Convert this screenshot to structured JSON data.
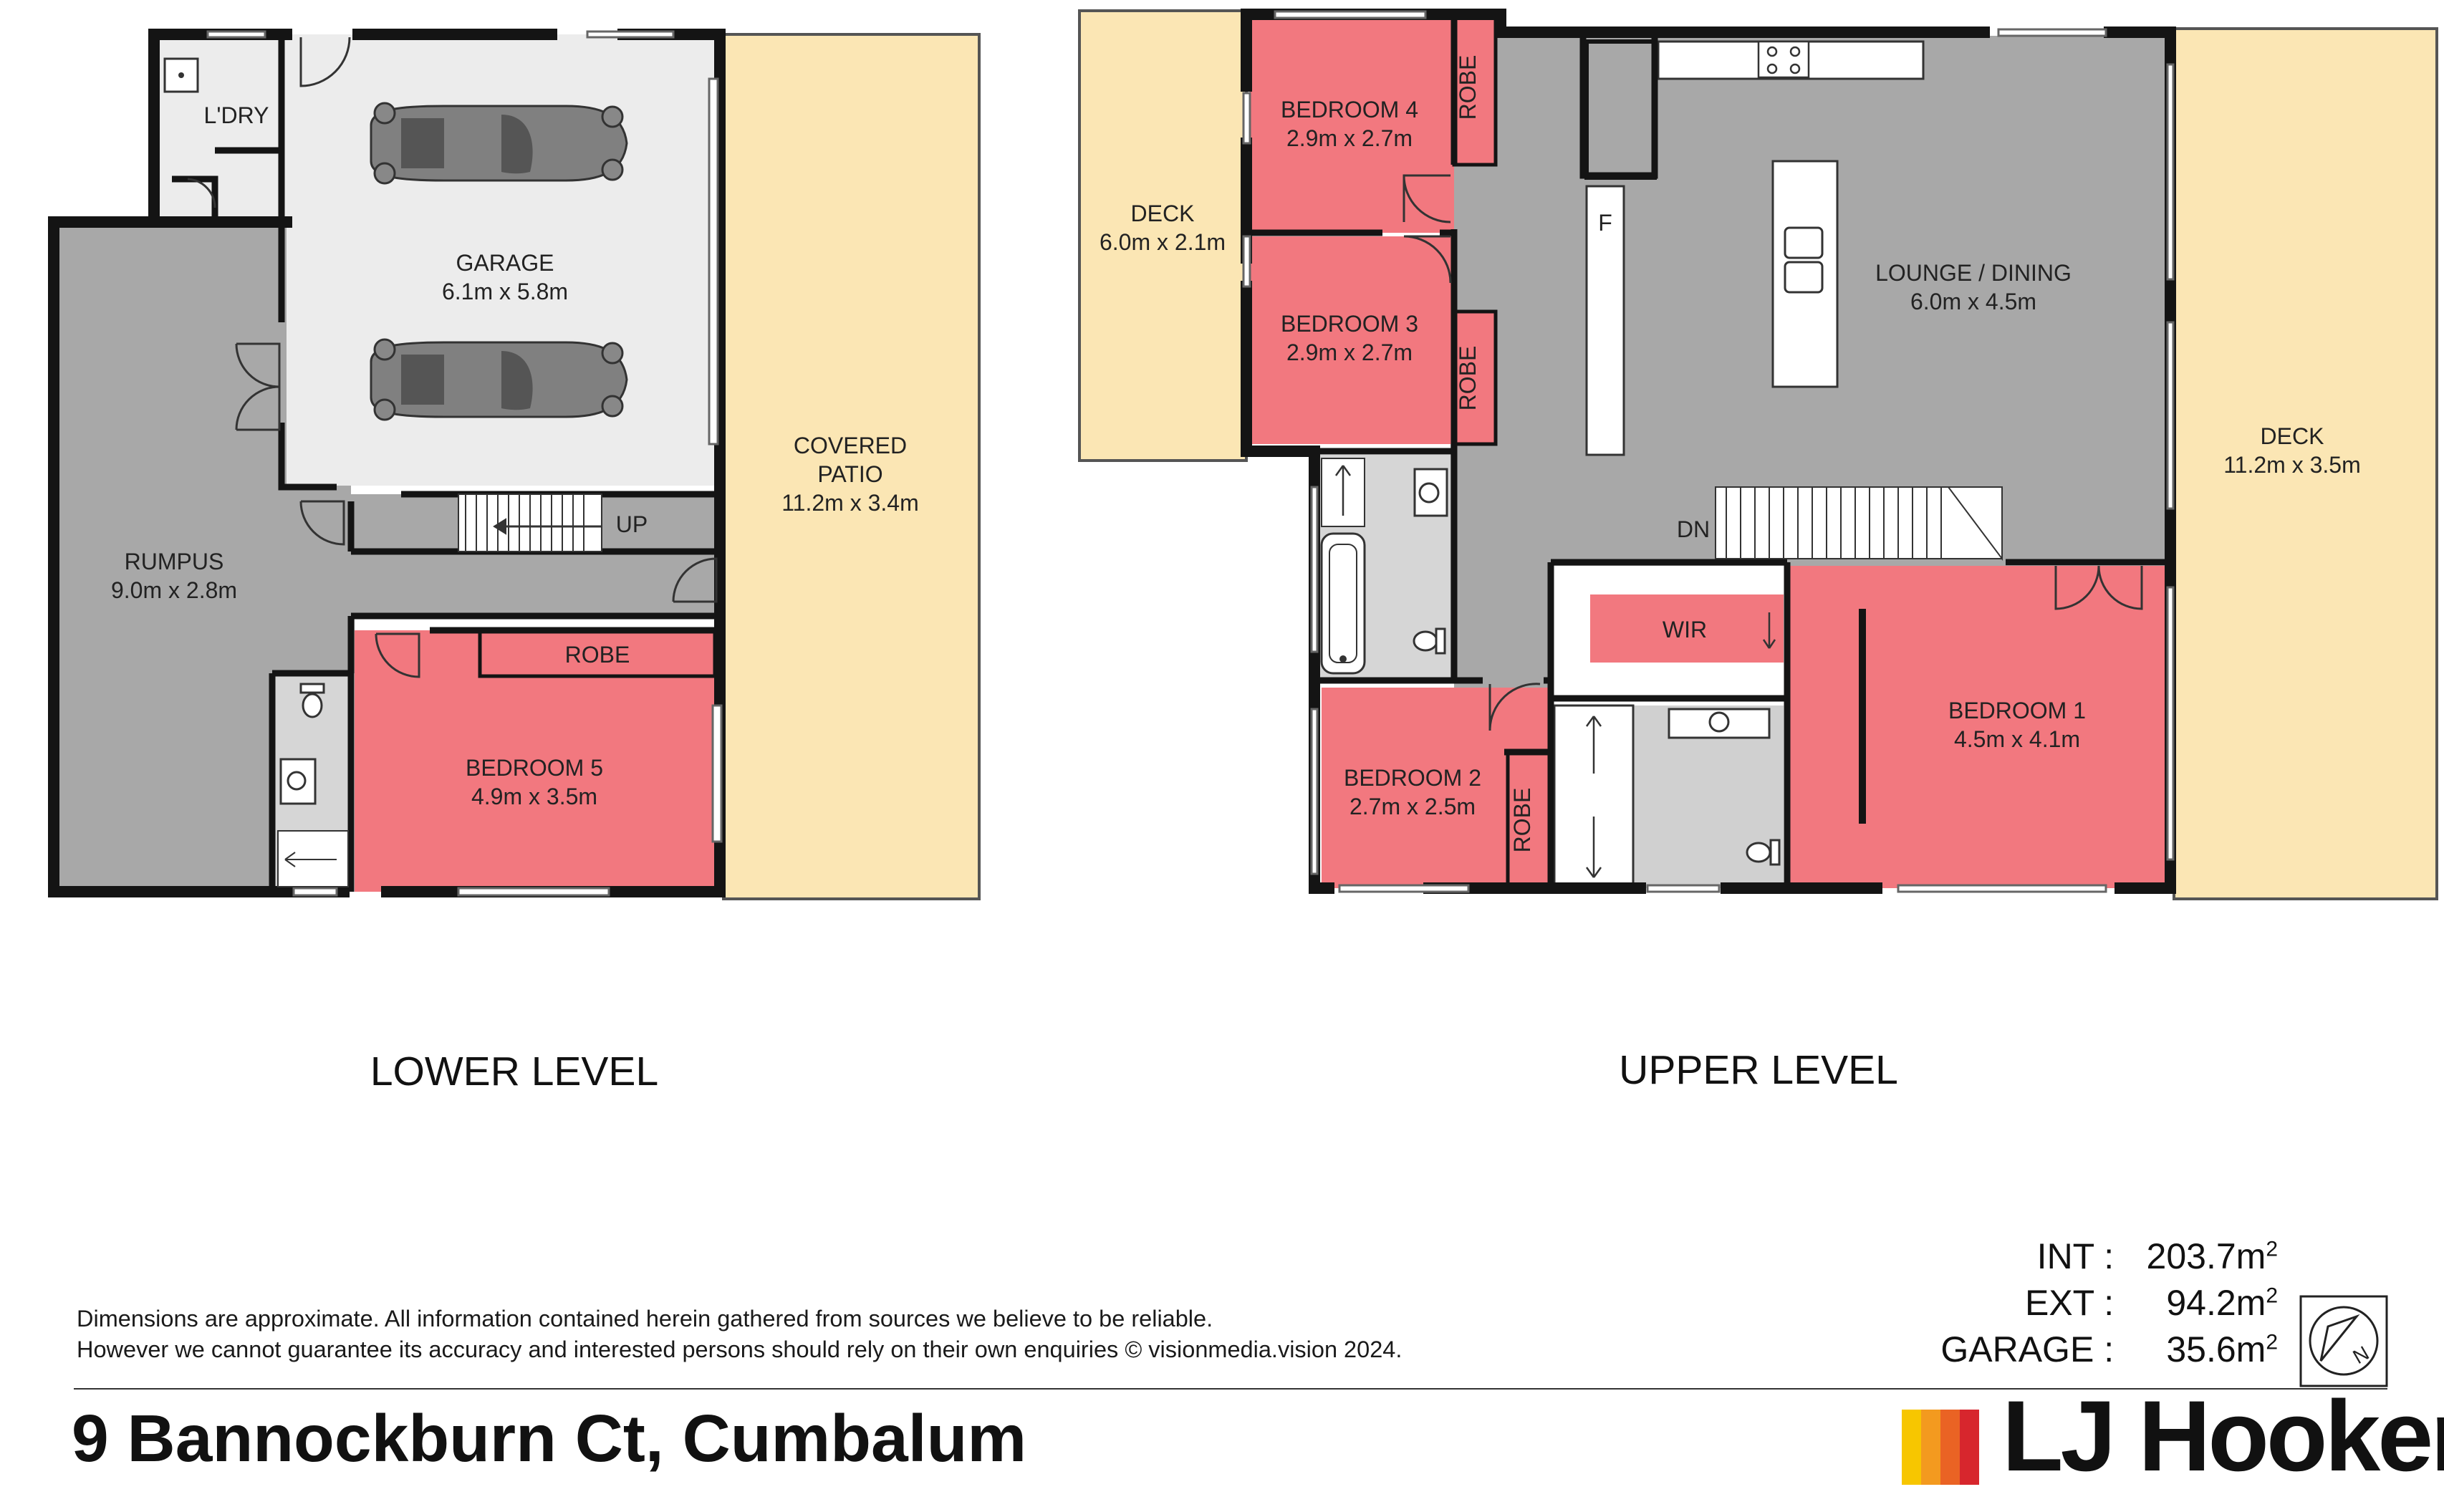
{
  "levels": {
    "lower": "LOWER LEVEL",
    "upper": "UPPER LEVEL"
  },
  "rooms": {
    "laundry": "L'DRY",
    "garage_name": "GARAGE",
    "garage_size": "6.1m x 5.8m",
    "patio_name_1": "COVERED",
    "patio_name_2": "PATIO",
    "patio_size": "11.2m x 3.4m",
    "rumpus_name": "RUMPUS",
    "rumpus_size": "9.0m x 2.8m",
    "up": "UP",
    "robe_lower": "ROBE",
    "bed5_name": "BEDROOM 5",
    "bed5_size": "4.9m x 3.5m",
    "deck_left_name": "DECK",
    "deck_left_size": "6.0m x 2.1m",
    "bed4_name": "BEDROOM 4",
    "bed4_size": "2.9m x 2.7m",
    "robe4": "ROBE",
    "bed3_name": "BEDROOM 3",
    "bed3_size": "2.9m x 2.7m",
    "robe3": "ROBE",
    "fridge": "F",
    "lounge_name": "LOUNGE / DINING",
    "lounge_size": "6.0m x 4.5m",
    "deck_right_name": "DECK",
    "deck_right_size": "11.2m x 3.5m",
    "dn": "DN",
    "wir": "WIR",
    "bed1_name": "BEDROOM 1",
    "bed1_size": "4.5m x 4.1m",
    "bed2_name": "BEDROOM 2",
    "bed2_size": "2.7m x 2.5m",
    "robe2": "ROBE"
  },
  "areas": {
    "int_label": "INT :",
    "int_value": "203.7m",
    "ext_label": "EXT :",
    "ext_value": "94.2m",
    "garage_label": "GARAGE :",
    "garage_value": "35.6m",
    "unit_sup": "2"
  },
  "compass": "N",
  "disclaimer": {
    "line1": "Dimensions are approximate. All information contained herein gathered from sources we believe to be reliable.",
    "line2": "However we cannot guarantee its accuracy and interested persons should rely on their own enquiries © visionmedia.vision 2024."
  },
  "address": "9 Bannockburn Ct, Cumbalum",
  "brand": {
    "name": "LJ Hooker",
    "stripe_colors": [
      "#f7c600",
      "#f39a1f",
      "#ea6324",
      "#d7262d"
    ]
  },
  "colors": {
    "bedroom": "#f2787f",
    "living": "#a8a8a8",
    "garage": "#ececec",
    "outdoor": "#fbe6b4",
    "wall": "#141414"
  }
}
